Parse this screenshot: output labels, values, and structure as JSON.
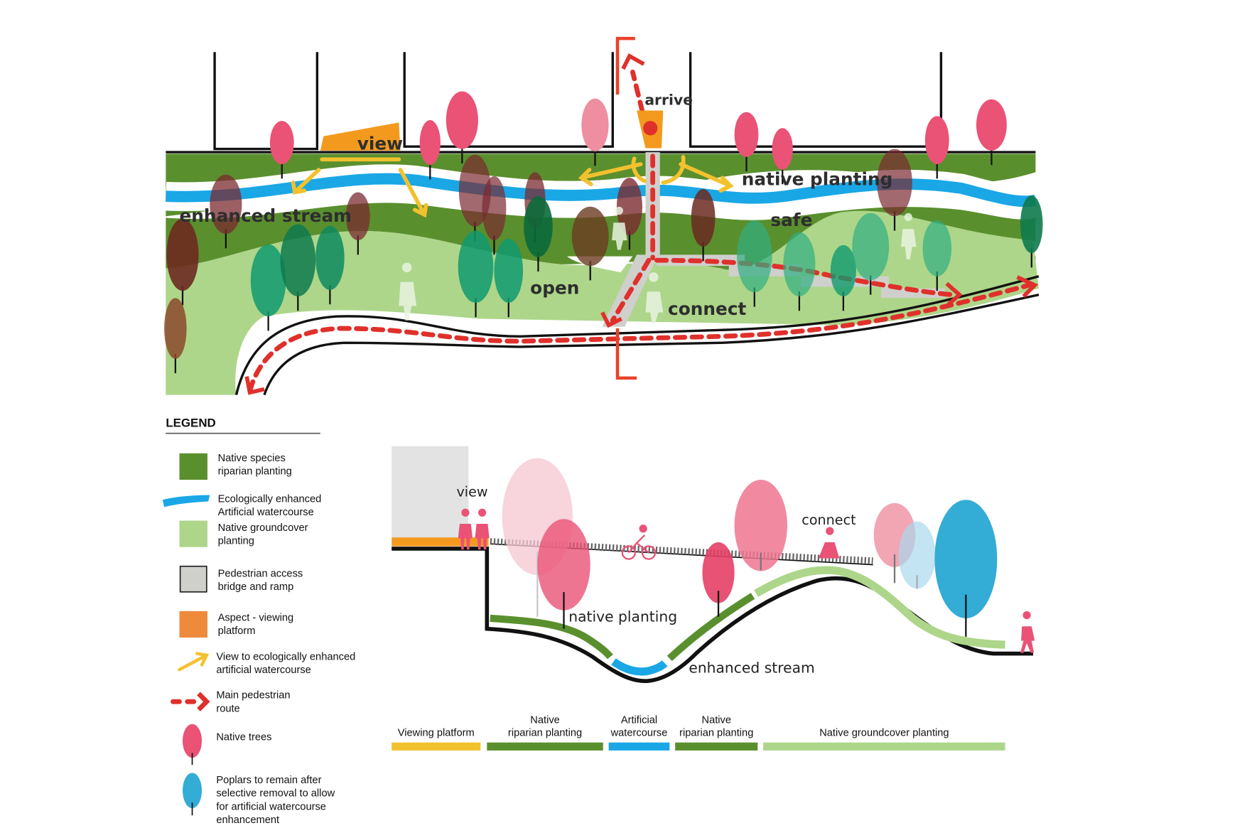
{
  "colors": {
    "riparian": "#5a8f2e",
    "water": "#1aa7e6",
    "groundcover": "#add68a",
    "bridge": "#cfcfcb",
    "platform": "#f39a1e",
    "view_arrow": "#f2c12e",
    "route": "#e0302b",
    "native_tree": "#ea5276",
    "poplar": "#33acd6",
    "ink": "#111111"
  },
  "plan": {
    "labels": {
      "view": "view",
      "arrive": "arrive",
      "native_planting": "native planting",
      "enhanced_stream": "enhanced stream",
      "safe": "safe",
      "open": "open",
      "connect": "connect"
    }
  },
  "section": {
    "labels": {
      "view": "view",
      "connect": "connect",
      "native_planting": "native planting",
      "enhanced_stream": "enhanced stream"
    },
    "zones": [
      {
        "line1": "",
        "line2": "Viewing platform",
        "color": "#f2c12e"
      },
      {
        "line1": "Native",
        "line2": "riparian planting",
        "color": "#5a8f2e"
      },
      {
        "line1": "Artificial",
        "line2": "watercourse",
        "color": "#1aa7e6"
      },
      {
        "line1": "Native",
        "line2": "riparian planting",
        "color": "#5a8f2e"
      },
      {
        "line1": "",
        "line2": "Native groundcover planting",
        "color": "#add68a"
      }
    ]
  },
  "legend": {
    "title": "LEGEND",
    "items": [
      {
        "icon": "riparian-swatch",
        "line1": "Native species",
        "line2": "riparian planting"
      },
      {
        "icon": "watercourse-swatch",
        "line1": "Ecologically enhanced",
        "line2": "Artificial watercourse"
      },
      {
        "icon": "groundcover-swatch",
        "line1": "Native groundcover",
        "line2": "planting"
      },
      {
        "icon": "bridge-swatch",
        "line1": "Pedestrian access",
        "line2": "bridge and ramp"
      },
      {
        "icon": "platform-swatch",
        "line1": "Aspect - viewing",
        "line2": "platform"
      },
      {
        "icon": "view-arrow",
        "line1": "View to ecologically enhanced",
        "line2": "artificial watercourse"
      },
      {
        "icon": "route-arrow",
        "line1": "Main pedestrian",
        "line2": "route"
      },
      {
        "icon": "native-tree",
        "line1": "Native trees",
        "line2": ""
      },
      {
        "icon": "poplar-tree",
        "line1": "Poplars to remain after",
        "line2": "selective removal to allow",
        "line3": "for artificial watercourse",
        "line4": "enhancement"
      }
    ]
  }
}
